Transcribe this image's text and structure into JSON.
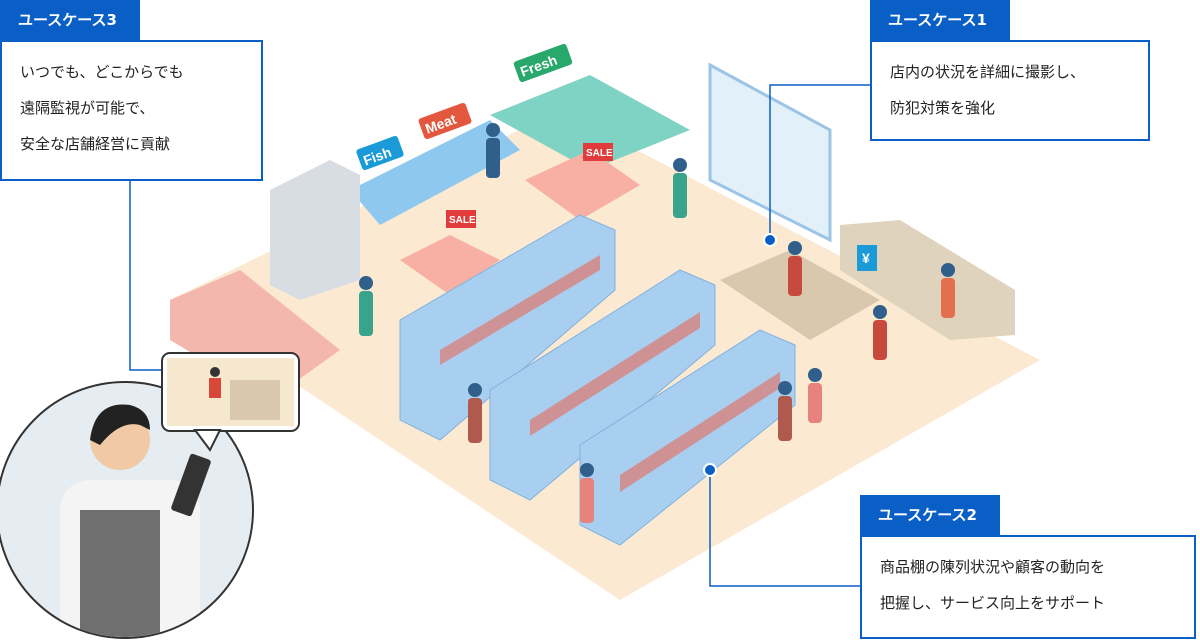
{
  "use_cases": [
    {
      "tag": "ユースケース1",
      "lines": [
        "店内の状況を詳細に撮影し、",
        "防犯対策を強化"
      ]
    },
    {
      "tag": "ユースケース2",
      "lines": [
        "商品棚の陳列状況や顧客の動向を",
        "把握し、サービス向上をサポート"
      ]
    },
    {
      "tag": "ユースケース3",
      "lines": [
        "いつでも、どこからでも",
        "遠隔監視が可能で、",
        "安全な店舗経営に貢献"
      ]
    }
  ],
  "signs": {
    "fish": "Fish",
    "meat": "Meat",
    "fresh": "Fresh",
    "sale": "SALE",
    "yen": "¥"
  },
  "colors": {
    "accent": "#0a5fc6",
    "floor": "#fbe9d2",
    "shelf": "#a9cff0"
  }
}
